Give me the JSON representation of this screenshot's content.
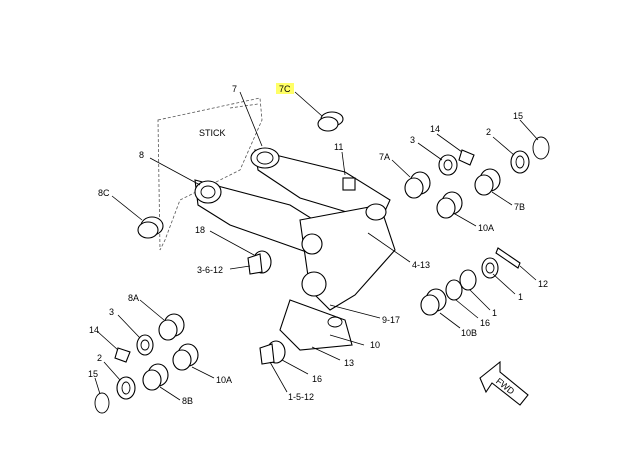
{
  "diagram": {
    "stick_label": "STICK",
    "fwd_label": "FWD",
    "highlight_color": "#ffff66",
    "callouts": {
      "c7c": "7C",
      "c7": "7",
      "c8": "8",
      "c8c": "8C",
      "c11": "11",
      "c3a": "3",
      "c14a": "14",
      "c2a": "2",
      "c15a": "15",
      "c7a": "7A",
      "c7b": "7B",
      "c10a_top": "10A",
      "c18": "18",
      "c3612": "3-6-12",
      "c413": "4-13",
      "c12": "12",
      "c1": "1",
      "c16a": "16",
      "c10b": "10B",
      "c917": "9-17",
      "c10": "10",
      "c13": "13",
      "c8a": "8A",
      "c3b": "3",
      "c14b": "14",
      "c2b": "2",
      "c15b": "15",
      "c10a_bot": "10A",
      "c8b": "8B",
      "c16b": "16",
      "c1512": "1-5-12"
    }
  }
}
